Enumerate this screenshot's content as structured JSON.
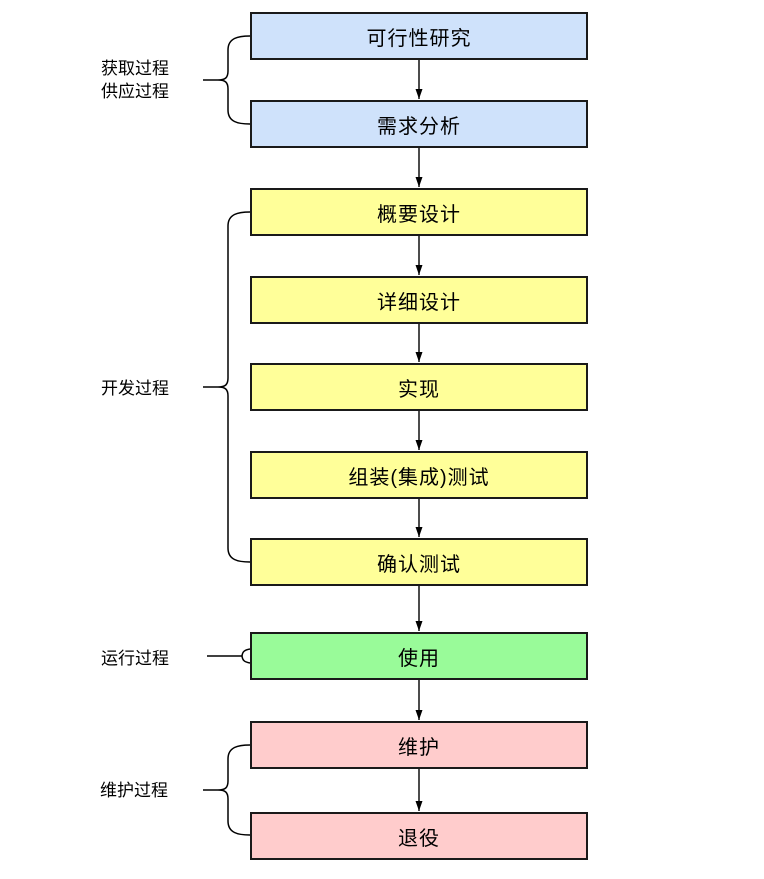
{
  "flow": {
    "boxes": [
      {
        "label": "可行性研究",
        "stage": "acquisition",
        "fill": "#cfe2fb"
      },
      {
        "label": "需求分析",
        "stage": "acquisition",
        "fill": "#cfe2fb"
      },
      {
        "label": "概要设计",
        "stage": "development",
        "fill": "#ffff99"
      },
      {
        "label": "详细设计",
        "stage": "development",
        "fill": "#ffff99"
      },
      {
        "label": "实现",
        "stage": "development",
        "fill": "#ffff99"
      },
      {
        "label": "组装(集成)测试",
        "stage": "development",
        "fill": "#ffff99"
      },
      {
        "label": "确认测试",
        "stage": "development",
        "fill": "#ffff99"
      },
      {
        "label": "使用",
        "stage": "operation",
        "fill": "#99fb99"
      },
      {
        "label": "维护",
        "stage": "maintenance",
        "fill": "#ffcccc"
      },
      {
        "label": "退役",
        "stage": "maintenance",
        "fill": "#ffcccc"
      }
    ],
    "group_labels": [
      {
        "lines": [
          "获取过程",
          "供应过程"
        ]
      },
      {
        "lines": [
          "开发过程"
        ]
      },
      {
        "lines": [
          "运行过程"
        ]
      },
      {
        "lines": [
          "维护过程"
        ]
      }
    ]
  },
  "colors": {
    "background": "#ffffff",
    "box_border": "#1a1a1a",
    "connector": "#000000",
    "fill_blue": "#cfe2fb",
    "fill_yellow": "#ffff99",
    "fill_green": "#99fb99",
    "fill_pink": "#ffcccc",
    "text": "#000000"
  }
}
